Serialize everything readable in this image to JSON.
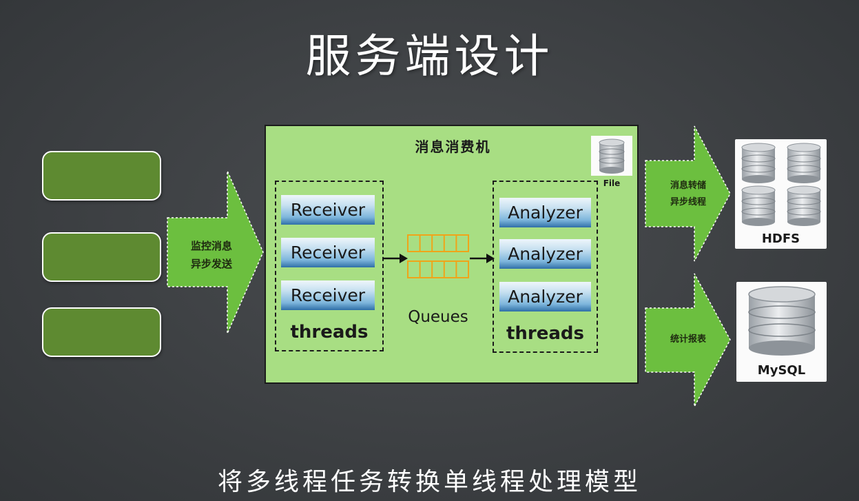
{
  "title": "服务端设计",
  "caption": "将多线程任务转换单线程处理模型",
  "left_arrow_label": [
    "监控消息",
    "异步发送"
  ],
  "main": {
    "title": "消息消费机",
    "receivers": [
      "Receiver",
      "Receiver",
      "Receiver"
    ],
    "receivers_label": "threads",
    "queues_label": "Queues",
    "analyzers": [
      "Analyzer",
      "Analyzer",
      "Analyzer"
    ],
    "analyzers_label": "threads",
    "file_label": "File"
  },
  "right_arrows": {
    "top_label": [
      "消息转储",
      "异步线程"
    ],
    "bottom_label": [
      "统计报表"
    ]
  },
  "storage": {
    "hdfs_label": "HDFS",
    "mysql_label": "MySQL"
  },
  "colors": {
    "background": "#3d4043",
    "client_green": "#5e8a31",
    "arrow_green": "#6cbf3f",
    "panel_green": "#a8de83",
    "queue_orange": "#f0a419"
  }
}
